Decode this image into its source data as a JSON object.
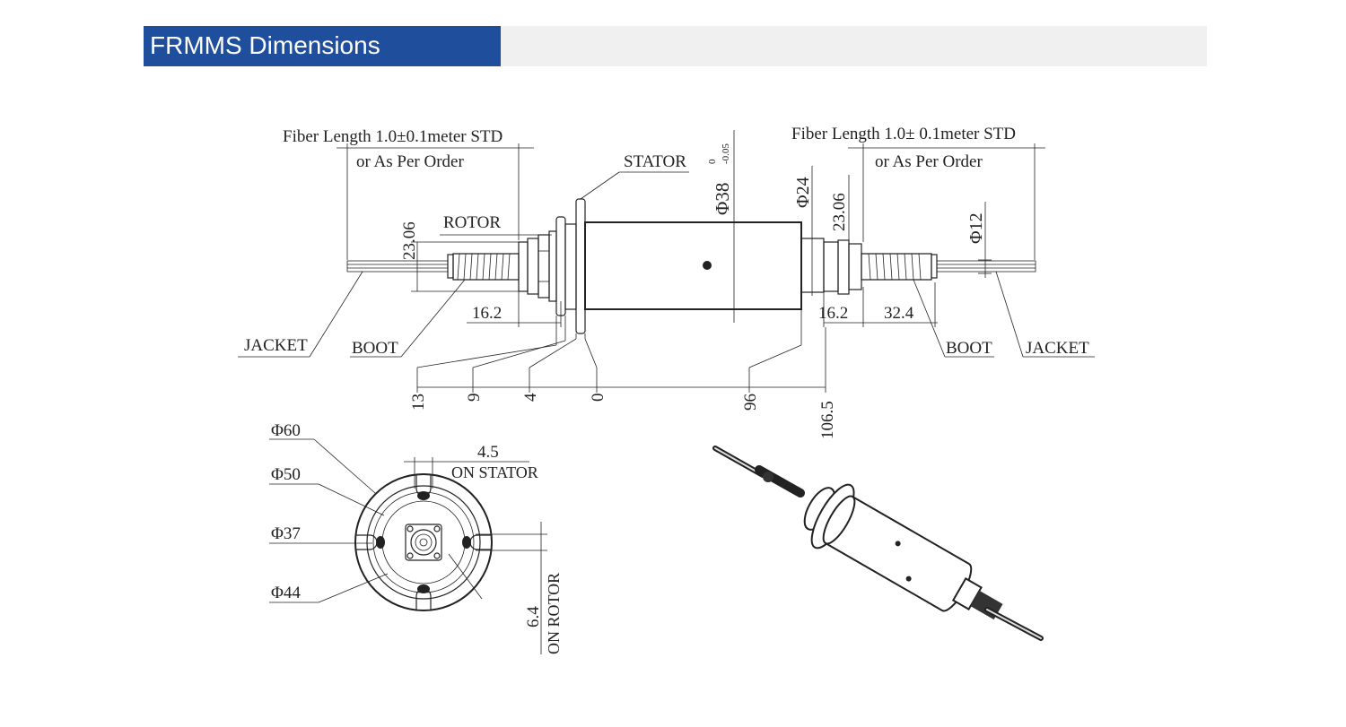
{
  "header": {
    "title": "FRMMS Dimensions",
    "accent": "#1f4e9c",
    "band": "#f0f0f0"
  },
  "side_view": {
    "fiber_left_line1": "Fiber Length 1.0±0.1meter STD",
    "fiber_left_line2": "or As Per Order",
    "fiber_right_line1": "Fiber Length 1.0± 0.1meter STD",
    "fiber_right_line2": "or As Per Order",
    "stator": "STATOR",
    "rotor": "ROTOR",
    "jacket_left": "JACKET",
    "boot_left": "BOOT",
    "boot_right": "BOOT",
    "jacket_right": "JACKET",
    "dia38": "Φ38",
    "dia38_tol_upper": "0",
    "dia38_tol_lower": "-0.05",
    "dia24": "Φ24",
    "dia12": "Φ12",
    "dim_23_06_left": "23.06",
    "dim_23_06_right": "23.06",
    "dim_16_2_left": "16.2",
    "dim_16_2_right": "16.2",
    "dim_32_4": "32.4",
    "ord_13": "13",
    "ord_9": "9",
    "ord_4": "4",
    "ord_0": "0",
    "ord_96": "96",
    "ord_106_5": "106.5"
  },
  "end_view": {
    "dia60": "Φ60",
    "dia50": "Φ50",
    "dia37": "Φ37",
    "dia44": "Φ44",
    "dim_4_5": "4.5",
    "on_stator": "ON STATOR",
    "dim_6_4": "6.4",
    "on_rotor": "ON ROTOR"
  }
}
